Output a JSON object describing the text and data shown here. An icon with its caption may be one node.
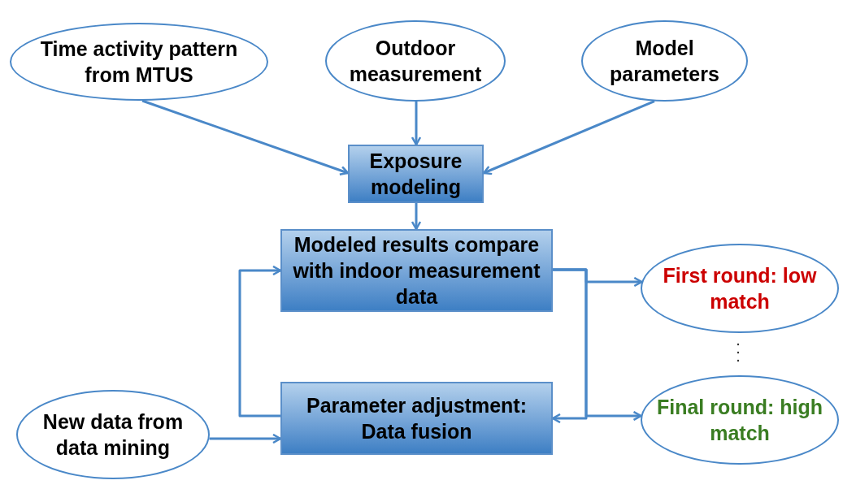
{
  "diagram": {
    "nodes": [
      {
        "text": [
          "Time activity pattern from MTUS"
        ]
      },
      {
        "text": [
          "Outdoor measurement"
        ]
      },
      {
        "text": [
          "Model parameters"
        ]
      },
      {
        "text": [
          "Exposure modeling"
        ]
      },
      {
        "text": [
          "Modeled results compare with indoor measurement data"
        ]
      },
      {
        "text": [
          "First round: low match"
        ]
      },
      {
        "text": [
          "Parameter adjustment: Data fusion"
        ]
      },
      {
        "text": [
          "New data from data mining"
        ]
      },
      {
        "text": [
          "Final round: high match"
        ]
      }
    ],
    "edges": [
      {
        "from": 0,
        "to": 3,
        "arrow": "to"
      },
      {
        "from": 1,
        "to": 3,
        "arrow": "to"
      },
      {
        "from": 2,
        "to": 3,
        "arrow": "to"
      },
      {
        "from": 3,
        "to": 4,
        "arrow": "to"
      },
      {
        "from": 4,
        "to": 5,
        "arrow": "to"
      },
      {
        "from": 4,
        "to": 8,
        "arrow": "to"
      },
      {
        "from": 4,
        "to": 6,
        "arrow": "to"
      },
      {
        "from": 6,
        "to": 4,
        "arrow": "to"
      },
      {
        "from": 7,
        "to": 6,
        "arrow": "to"
      }
    ]
  }
}
